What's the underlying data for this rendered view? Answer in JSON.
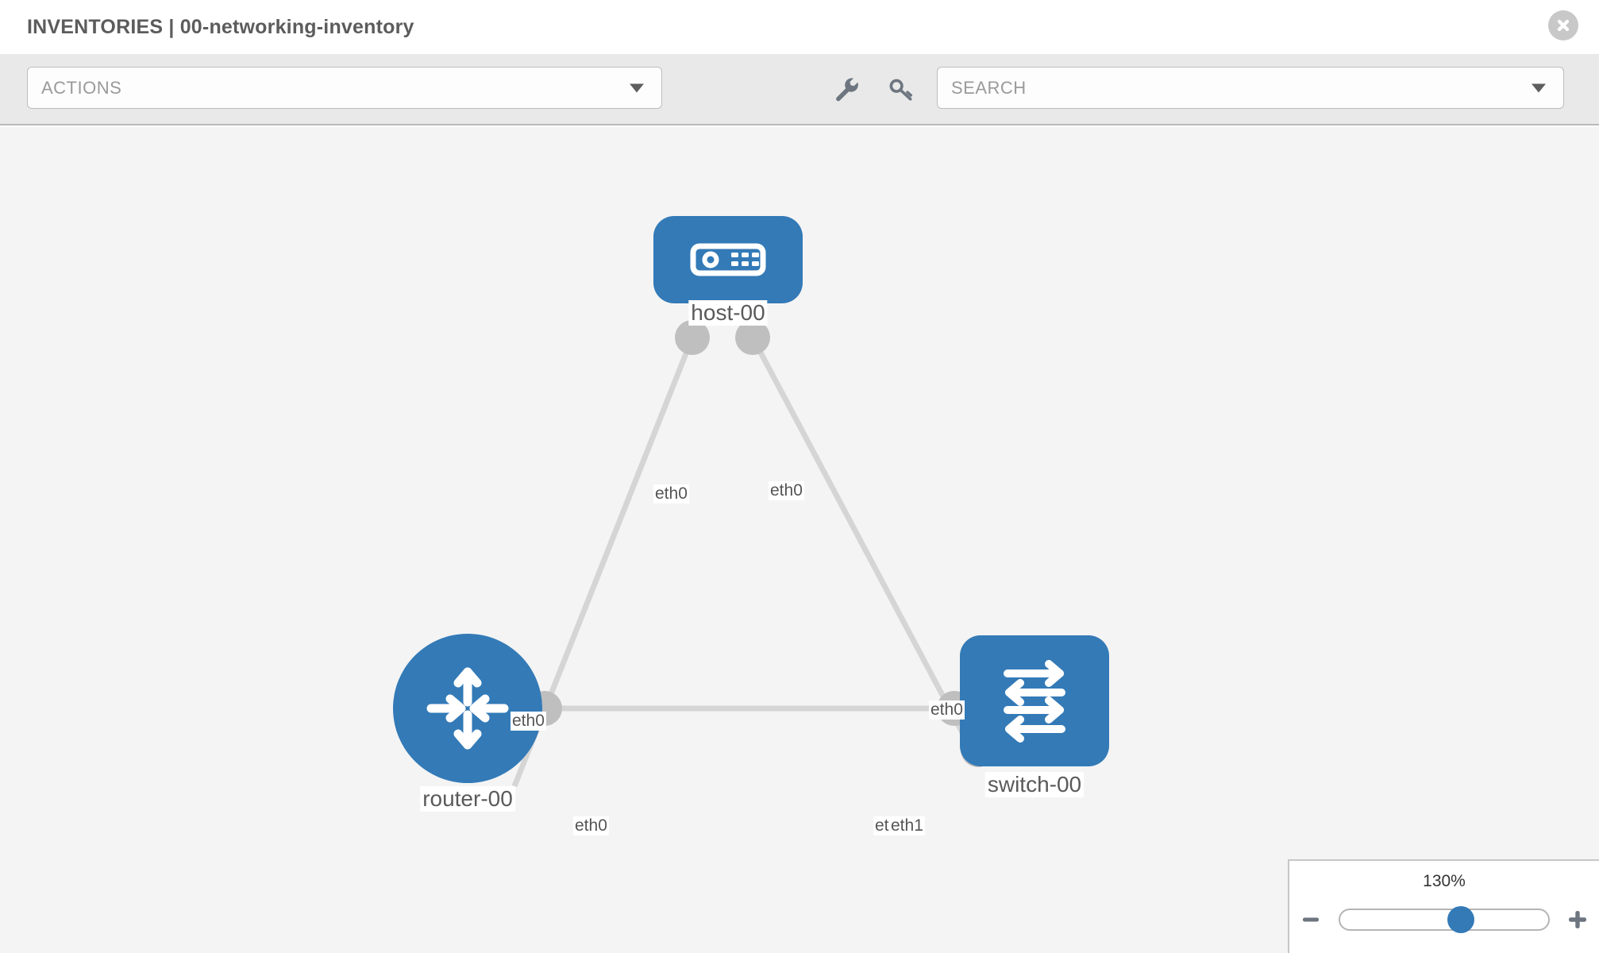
{
  "header": {
    "title": "INVENTORIES | 00-networking-inventory",
    "close_icon": "close-circle-icon"
  },
  "toolbar": {
    "actions_label": "ACTIONS",
    "actions_caret": "chevron-down-icon",
    "wrench_icon": "wrench-icon",
    "key_icon": "key-icon",
    "search_placeholder": "SEARCH",
    "search_value": "",
    "search_caret": "chevron-down-icon"
  },
  "topology": {
    "nodes": [
      {
        "id": "host-00",
        "label": "host-00",
        "type": "host",
        "icon": "server-icon",
        "color": "#337ab7"
      },
      {
        "id": "router-00",
        "label": "router-00",
        "type": "router",
        "icon": "router-icon",
        "color": "#337ab7"
      },
      {
        "id": "switch-00",
        "label": "switch-00",
        "type": "switch",
        "icon": "switch-icon",
        "color": "#337ab7"
      }
    ],
    "interfaces": {
      "host_left": "eth0",
      "host_right": "eth0",
      "router_up": "eth0",
      "router_right": "eth0",
      "switch_up": "eth0",
      "switch_left_a": "eth",
      "switch_left_b": "eth1"
    },
    "link_color": "#d5d5d5"
  },
  "zoom_control": {
    "percent": "130%",
    "minus_icon": "minus-icon",
    "plus_icon": "plus-icon",
    "thumb": "slider-thumb"
  }
}
